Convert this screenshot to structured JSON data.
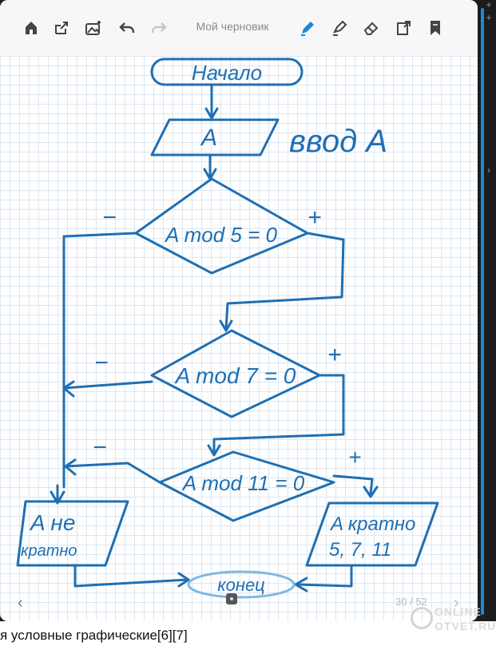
{
  "toolbar": {
    "title": "Мой черновик",
    "icons": {
      "home": "home-icon",
      "share": "share-icon",
      "insert_image": "image-icon",
      "undo": "undo-icon",
      "redo": "redo-icon",
      "pen": "pen-icon",
      "highlighter": "highlighter-icon",
      "eraser": "eraser-icon",
      "export": "export-icon",
      "bookmark": "bookmark-icon"
    },
    "accent_color": "#1c88d6"
  },
  "flowchart": {
    "stroke_color": "#1f6fb3",
    "start": "Начало",
    "input_block": "A",
    "input_label": "ввод A",
    "decision1": "A mod 5 = 0",
    "decision2": "A mod 7 = 0",
    "decision3": "A mod 11 = 0",
    "minus": "−",
    "plus": "+",
    "output_no_line1": "A не",
    "output_no_line2": "кратно",
    "output_yes_line1": "A кратно",
    "output_yes_line2": "5, 7, 11",
    "end": "конец"
  },
  "pager": {
    "current": "30",
    "separator": "/",
    "total": "52"
  },
  "watermark": {
    "line1": "ONLINE",
    "line2": "OTVET.RU"
  },
  "bottom_text": "я условные графические[6][7]"
}
